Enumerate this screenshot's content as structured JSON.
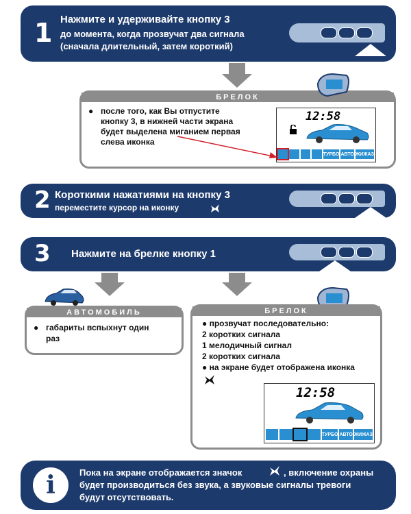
{
  "step1": {
    "number": "1",
    "title": "Нажмите и удерживайте кнопку 3",
    "sub1": "до момента, когда прозвучат два сигнала",
    "sub2": "(сначала длительный, затем короткий)"
  },
  "panel1": {
    "header": "БРЕЛОК",
    "bullet": "●",
    "lines": [
      "после того, как Вы отпустите",
      "кнопку 3, в нижней части экрана",
      "будет выделена миганием первая",
      "слева иконка"
    ],
    "clock": "12:58",
    "icons": [
      "",
      "",
      "",
      "",
      "ТУРБО",
      "АВТО",
      "ЖИЖАЗ"
    ]
  },
  "step2": {
    "number": "2",
    "title": "Короткими нажатиями на кнопку 3",
    "sub": "переместите курсор на иконку"
  },
  "step3": {
    "number": "3",
    "title": "Нажмите на брелке кнопку 1"
  },
  "panel_car": {
    "header": "АВТОМОБИЛЬ",
    "bullet": "●",
    "lines": [
      "габариты вспыхнут один",
      "раз"
    ]
  },
  "panel2": {
    "header": "БРЕЛОК",
    "lines": [
      "● прозвучат последовательно:",
      "2 коротких сигнала",
      "1 мелодичный сигнал",
      "2 коротких сигнала",
      "● на экране будет отображена иконка"
    ],
    "clock": "12:58",
    "icons": [
      "",
      "",
      "",
      "",
      "ТУРБО",
      "АВТО",
      "ЖИЖАЗ"
    ]
  },
  "info": {
    "icon": "i",
    "line1a": "Пока на экране отображается значок",
    "line1b": ", включение охраны",
    "line2": "будет производиться без звука, а звуковые сигналы тревоги",
    "line3": "будут отсутствовать."
  },
  "colors": {
    "banner": "#1d3a6c",
    "panel_border": "#8c8c8c",
    "screen_icon": "#2a8fd0",
    "highlight": "#d0202a"
  }
}
